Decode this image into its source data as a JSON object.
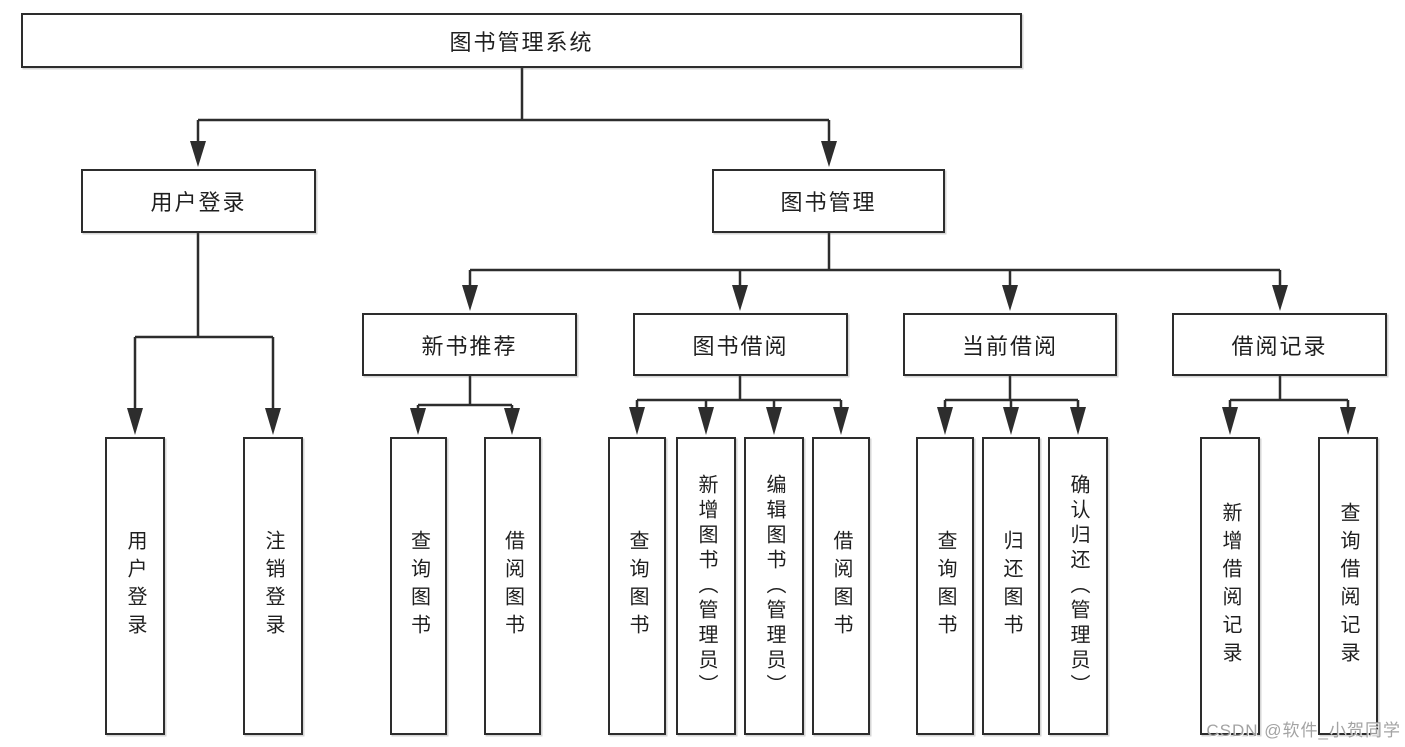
{
  "diagram": {
    "root": {
      "label": "图书管理系统"
    },
    "level2": [
      {
        "id": "user-login",
        "label": "用户登录"
      },
      {
        "id": "book-management",
        "label": "图书管理"
      }
    ],
    "level3": [
      {
        "id": "new-book-recommend",
        "label": "新书推荐"
      },
      {
        "id": "book-borrow",
        "label": "图书借阅"
      },
      {
        "id": "current-borrow",
        "label": "当前借阅"
      },
      {
        "id": "borrow-records",
        "label": "借阅记录"
      }
    ],
    "leaves": {
      "user_login": [
        {
          "label": "用户登录"
        },
        {
          "label": "注销登录"
        }
      ],
      "new_book_recommend": [
        {
          "label": "查询图书"
        },
        {
          "label": "借阅图书"
        }
      ],
      "book_borrow": [
        {
          "label": "查询图书"
        },
        {
          "label": "新增图书（管理员）"
        },
        {
          "label": "编辑图书（管理员）"
        },
        {
          "label": "借阅图书"
        }
      ],
      "current_borrow": [
        {
          "label": "查询图书"
        },
        {
          "label": "归还图书"
        },
        {
          "label": "确认归还（管理员）"
        }
      ],
      "borrow_records": [
        {
          "label": "新增借阅记录"
        },
        {
          "label": "查询借阅记录"
        }
      ]
    },
    "colors": {
      "line": "#2d2d2d",
      "box_border": "#2d2d2d",
      "text": "#1f1f1f",
      "background": "#ffffff",
      "watermark": "#9e9e9e"
    }
  },
  "watermark": {
    "text": "CSDN @软件_小贺同学"
  }
}
